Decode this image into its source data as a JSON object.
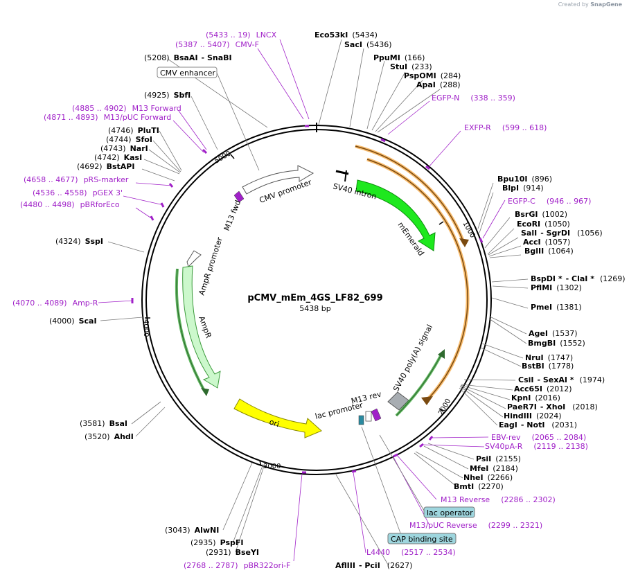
{
  "app": {
    "credit_prefix": "Created by",
    "credit_brand": "SnapGene"
  },
  "plasmid": {
    "name": "pCMV_mEm_4GS_LF82_699",
    "size_label": "5438 bp"
  },
  "ticks": [
    "1000",
    "2000",
    "3000",
    "4000",
    "5000"
  ],
  "sites_right": [
    {
      "name": "Eco53kI",
      "pos": "(5434)"
    },
    {
      "name": "SacI",
      "pos": "(5436)"
    },
    {
      "name": "PpuMI",
      "pos": "(166)"
    },
    {
      "name": "StuI",
      "pos": "(233)"
    },
    {
      "name": "PspOMI",
      "pos": "(284)"
    },
    {
      "name": "ApaI",
      "pos": "(288)"
    },
    {
      "name": "Bpu10I",
      "pos": "(896)"
    },
    {
      "name": "BlpI",
      "pos": "(914)"
    },
    {
      "name": "BsrGI",
      "pos": "(1002)"
    },
    {
      "name": "EcoRI",
      "pos": "(1050)"
    },
    {
      "name": "SalI",
      "name2": "- SgrDI",
      "pos": "(1056)"
    },
    {
      "name": "AccI",
      "pos": "(1057)"
    },
    {
      "name": "BglII",
      "pos": "(1064)"
    },
    {
      "name": "BspDI *",
      "name2": "- ClaI *",
      "pos": "(1269)"
    },
    {
      "name": "PflMI",
      "pos": "(1302)"
    },
    {
      "name": "PmeI",
      "pos": "(1381)"
    },
    {
      "name": "AgeI",
      "pos": "(1537)"
    },
    {
      "name": "BmgBI",
      "pos": "(1552)"
    },
    {
      "name": "NruI",
      "pos": "(1747)"
    },
    {
      "name": "BstBI",
      "pos": "(1778)"
    },
    {
      "name": "CsiI",
      "name2": "- SexAI *",
      "pos": "(1974)"
    },
    {
      "name": "Acc65I",
      "pos": "(2012)"
    },
    {
      "name": "KpnI",
      "pos": "(2016)"
    },
    {
      "name": "PaeR7I",
      "name2": "- XhoI",
      "pos": "(2018)"
    },
    {
      "name": "HindIII",
      "pos": "(2024)"
    },
    {
      "name": "EagI",
      "name2": "- NotI",
      "pos": "(2031)"
    },
    {
      "name": "PsiI",
      "pos": "(2155)"
    },
    {
      "name": "MfeI",
      "pos": "(2184)"
    },
    {
      "name": "NheI",
      "pos": "(2266)"
    },
    {
      "name": "BmtI",
      "pos": "(2270)"
    },
    {
      "name": "AflIII",
      "name2": "- PciI",
      "pos": "(2627)"
    }
  ],
  "sites_left": [
    {
      "name": "BsaAI",
      "name2": "- SnaBI",
      "pos": "(5208)"
    },
    {
      "name": "SbfI",
      "pos": "(4925)"
    },
    {
      "name": "PluTI",
      "pos": "(4746)"
    },
    {
      "name": "SfoI",
      "pos": "(4744)"
    },
    {
      "name": "NarI",
      "pos": "(4743)"
    },
    {
      "name": "KasI",
      "pos": "(4742)"
    },
    {
      "name": "BstAPI",
      "pos": "(4692)"
    },
    {
      "name": "SspI",
      "pos": "(4324)"
    },
    {
      "name": "ScaI",
      "pos": "(4000)"
    },
    {
      "name": "BsaI",
      "pos": "(3581)"
    },
    {
      "name": "AhdI",
      "pos": "(3520)"
    },
    {
      "name": "AlwNI",
      "pos": "(3043)"
    },
    {
      "name": "PspFI",
      "pos": "(2935)"
    },
    {
      "name": "BseYI",
      "pos": "(2931)"
    }
  ],
  "primers": [
    {
      "range": "(5433 .. 19)",
      "name": "LNCX"
    },
    {
      "range": "(5387 .. 5407)",
      "name": "CMV-F"
    },
    {
      "range": "(4885 .. 4902)",
      "name": "M13 Forward"
    },
    {
      "range": "(4871 .. 4893)",
      "name": "M13/pUC Forward"
    },
    {
      "range": "(4658 .. 4677)",
      "name": "pRS-marker"
    },
    {
      "range": "(4536 .. 4558)",
      "name": "pGEX 3'"
    },
    {
      "range": "(4480 .. 4498)",
      "name": "pBRforEco"
    },
    {
      "range": "(4070 .. 4089)",
      "name": "Amp-R"
    },
    {
      "range": "(2768 .. 2787)",
      "name": "pBR322ori-F"
    },
    {
      "range": "(338 .. 359)",
      "name": "EGFP-N"
    },
    {
      "range": "(599 .. 618)",
      "name": "EXFP-R"
    },
    {
      "range": "(946 .. 967)",
      "name": "EGFP-C"
    },
    {
      "range": "(2065 .. 2084)",
      "name": "EBV-rev"
    },
    {
      "range": "(2119 .. 2138)",
      "name": "SV40pA-R"
    },
    {
      "range": "(2286 .. 2302)",
      "name": "M13 Reverse"
    },
    {
      "range": "(2299 .. 2321)",
      "name": "M13/pUC Reverse"
    },
    {
      "range": "(2517 .. 2534)",
      "name": "L4440"
    }
  ],
  "boxed_features": [
    "CMV enhancer",
    "lac operator",
    "CAP binding site"
  ],
  "features": {
    "cmv_promoter": "CMV promoter",
    "sv40_intron": "SV40 intron",
    "memerald": "mEmerald",
    "sv40_polya": "SV40 poly(A) signal",
    "m13_rev": "M13 rev",
    "lac_promoter": "lac promoter",
    "ori": "ori",
    "ampr": "AmpR",
    "ampr_promoter": "AmpR promoter",
    "m13_fwd": "M13 fwd"
  },
  "colors": {
    "primer": "#a020c8",
    "memerald": "#1ee81e",
    "ampr": "#ccf8cc",
    "ori": "#ffff00",
    "orf": "#f5a030",
    "ring": "#000000"
  }
}
